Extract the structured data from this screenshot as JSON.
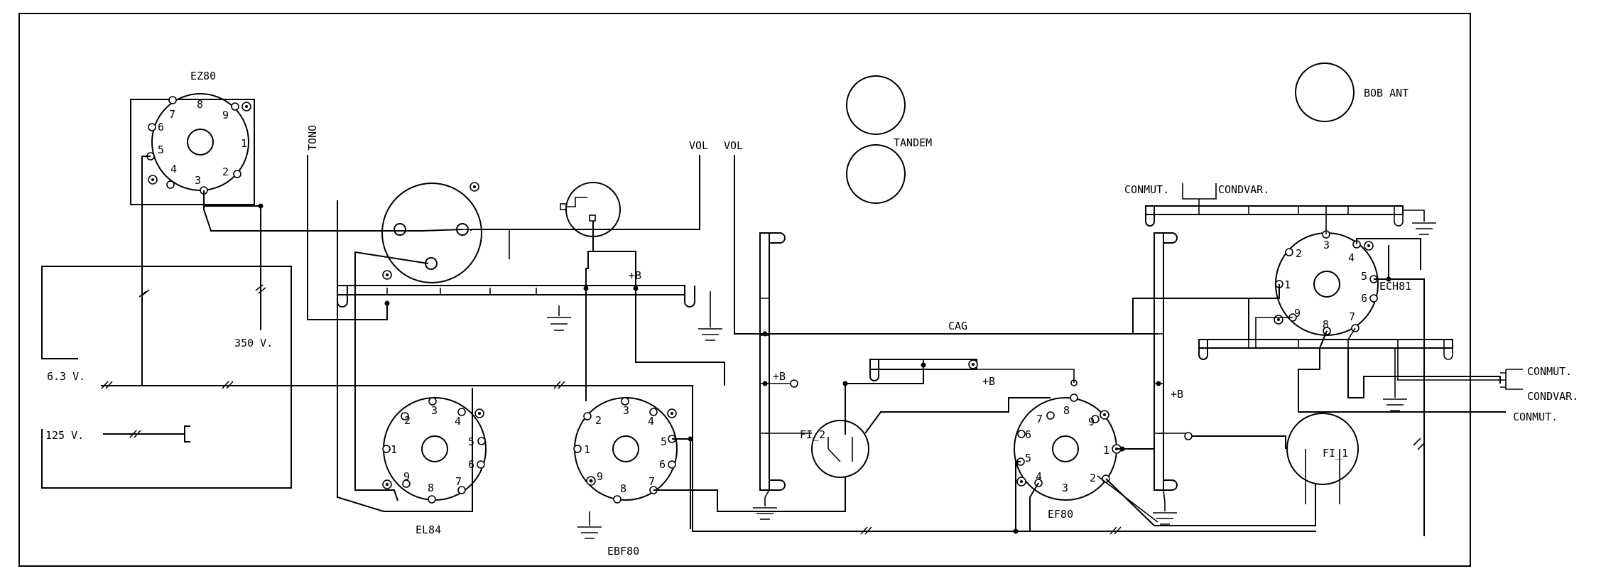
{
  "labels": {
    "ez80": "EZ80",
    "tono": "TONO",
    "vol_left": "VOL",
    "vol_right": "VOL",
    "tandem": "TANDEM",
    "bob_ant": "BOB ANT",
    "conmut_top": "CONMUT.",
    "condvar_top": "CONDVAR.",
    "ech81": "ECH81",
    "v350": "350 V.",
    "v63": "6.3 V.",
    "v125": "125 V.",
    "plusb_1": "+B",
    "plusb_2": "+B",
    "plusb_3": "+B",
    "plusb_4": "+B",
    "cag": "CAG",
    "fi2": "FI_2",
    "fi1": "FI_1",
    "el84": "EL84",
    "ebf80": "EBF80",
    "ef80": "EF80",
    "conmut_r1": "CONMUT.",
    "condvar_r": "CONDVAR.",
    "conmut_r2": "CONMUT."
  },
  "pins": {
    "ez80": [
      "1",
      "2",
      "3",
      "4",
      "5",
      "6",
      "7",
      "8",
      "9"
    ],
    "el84": [
      "1",
      "2",
      "3",
      "4",
      "5",
      "6",
      "7",
      "8",
      "9"
    ],
    "ebf80": [
      "1",
      "2",
      "3",
      "4",
      "5",
      "6",
      "7",
      "8",
      "9"
    ],
    "ef80": [
      "1",
      "2",
      "3",
      "4",
      "5",
      "6",
      "7",
      "8",
      "9"
    ],
    "ech81": [
      "1",
      "2",
      "3",
      "4",
      "5",
      "6",
      "7",
      "8",
      "9"
    ]
  }
}
